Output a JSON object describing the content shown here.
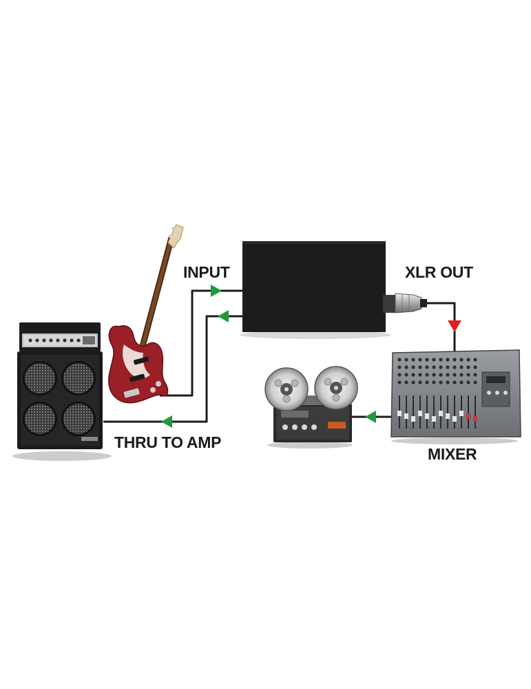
{
  "labels": {
    "input": "INPUT",
    "xlr_out": "XLR OUT",
    "thru_to_amp": "THRU TO AMP",
    "mixer": "MIXER"
  },
  "colors": {
    "signal_arrow": "#1e9a3c",
    "output_arrow": "#e02020",
    "cable": "#1b1b1b",
    "di_box": "#1c1c1c",
    "guitar_body": "#9a1f26"
  },
  "devices": [
    "bass-amp-stack-icon",
    "bass-guitar-icon",
    "di-box-icon",
    "xlr-connector-icon",
    "reel-to-reel-recorder-icon",
    "mixer-console-icon"
  ]
}
